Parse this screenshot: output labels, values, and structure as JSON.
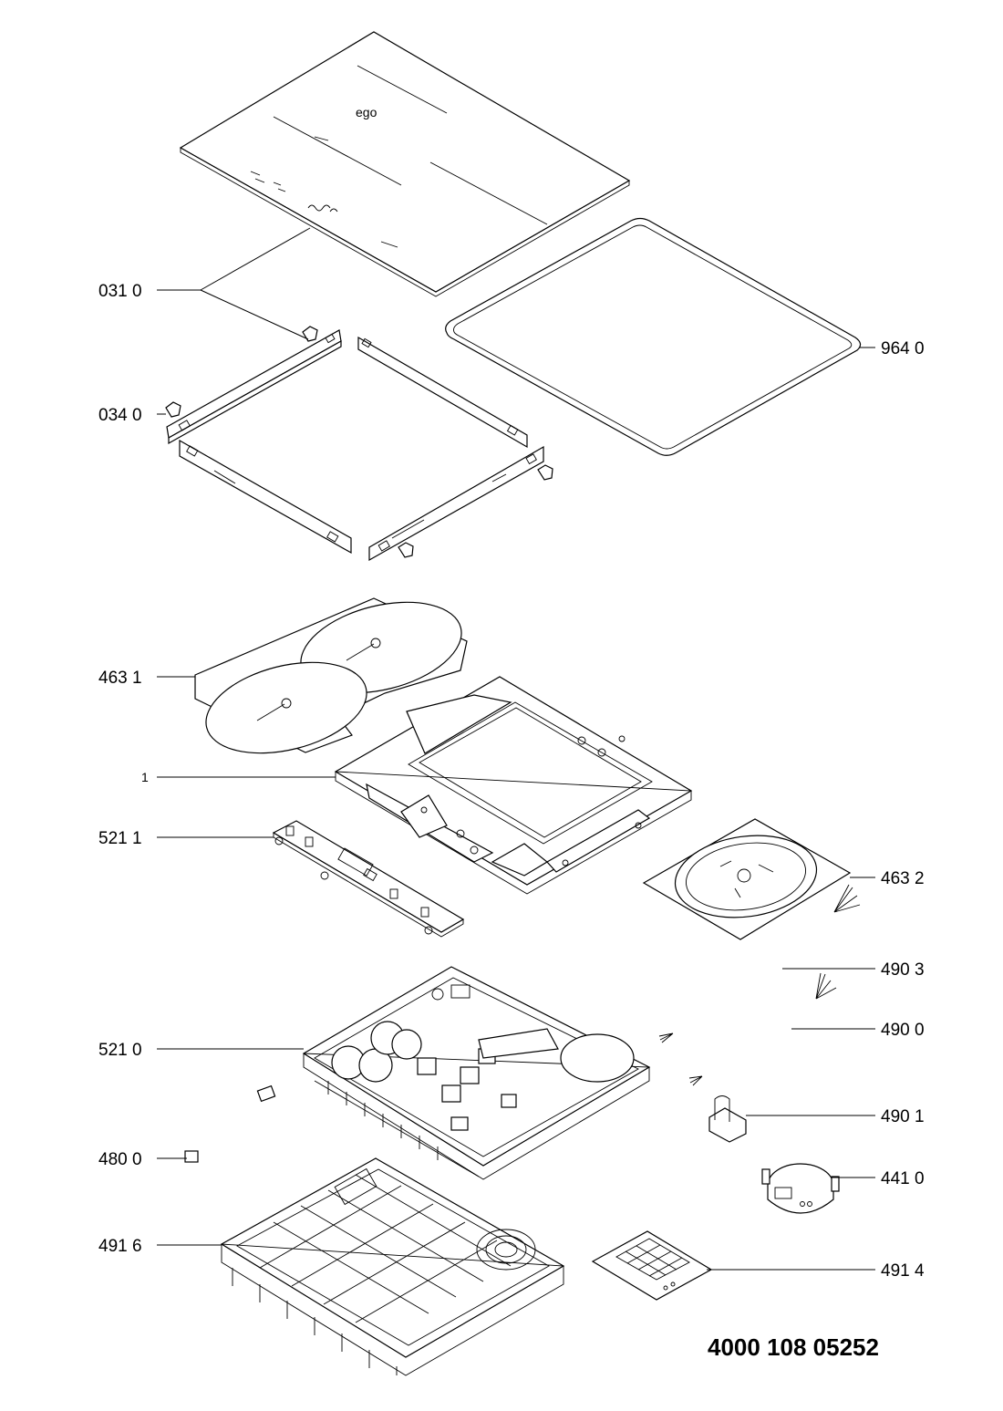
{
  "document_number": "4000 108 05252",
  "callouts": {
    "c0310": "031 0",
    "c0340": "034 0",
    "c9640": "964 0",
    "c4631": "463 1",
    "c1": "1",
    "c5211": "521 1",
    "c4632": "463 2",
    "c4903": "490 3",
    "c4900": "490 0",
    "c5210": "521 0",
    "c4901": "490 1",
    "c4800": "480 0",
    "c4410": "441 0",
    "c4916": "491 6",
    "c4914": "491 4"
  }
}
